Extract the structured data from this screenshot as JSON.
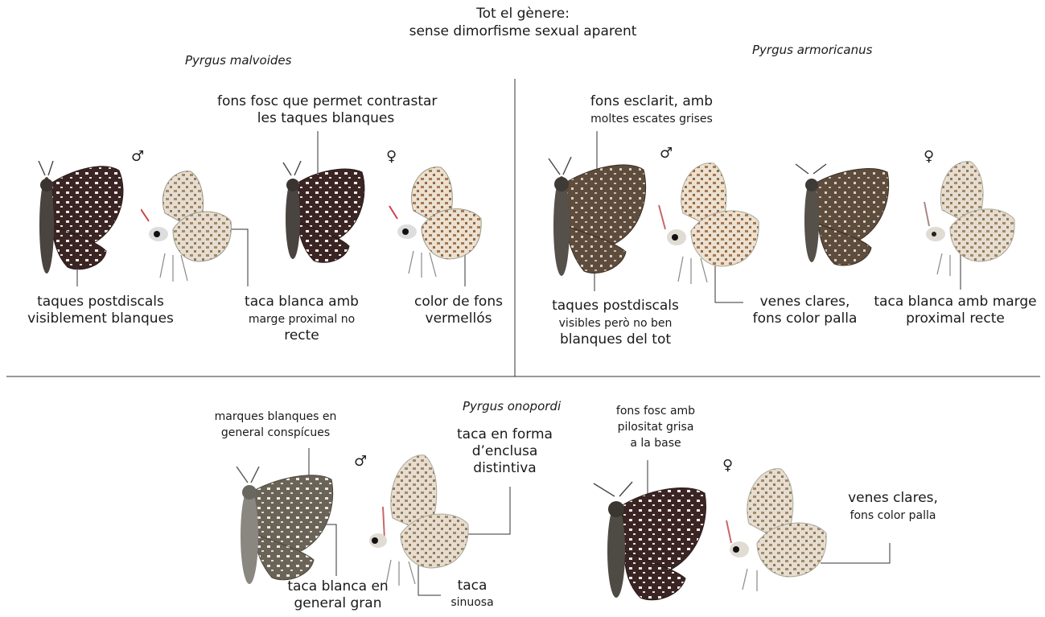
{
  "header": {
    "line1": "Tot el gènere:",
    "line2": "sense dimorfisme sexual aparent"
  },
  "species": {
    "malvoides": "Pyrgus malvoides",
    "armoricanus": "Pyrgus armoricanus",
    "onopordi": "Pyrgus onopordi"
  },
  "symbols": {
    "male": "♂",
    "female": "♀"
  },
  "labels": {
    "malv_dark_bg_1": "fons fosc que permet contrastar",
    "malv_dark_bg_2": "les taques blanques",
    "malv_postdiscal_1": "taques postdiscals",
    "malv_postdiscal_2": "visiblement blanques",
    "malv_whitespot_1": "taca blanca amb",
    "malv_whitespot_2": "marge proximal no",
    "malv_whitespot_3": "recte",
    "malv_color_1": "color de fons",
    "malv_color_2": "vermellós",
    "arm_bg_1": "fons esclarit, amb",
    "arm_bg_2": "moltes escates grises",
    "arm_postdiscal_1": "taques  postdiscals",
    "arm_postdiscal_2": "visibles però no ben",
    "arm_postdiscal_3": "blanques del tot",
    "arm_veins_1": "venes clares,",
    "arm_veins_2": "fons color palla",
    "arm_whitespot_1": "taca blanca amb marge",
    "arm_whitespot_2": "proximal recte",
    "ono_marks_1": "marques blanques en",
    "ono_marks_2": "general conspícues",
    "ono_anvil_1": "taca en forma",
    "ono_anvil_2": "d’enclusa",
    "ono_anvil_3": "distintiva",
    "ono_bigspot_1": "taca blanca en",
    "ono_bigspot_2": "general gran",
    "ono_sinuous_1": "taca",
    "ono_sinuous_2": "sinuosa",
    "ono_darkhair_1": "fons fosc amb",
    "ono_darkhair_2": "pilositat grisa",
    "ono_darkhair_3": "a la base",
    "ono_veins_1": "venes clares,",
    "ono_veins_2": "fons color palla"
  },
  "colors": {
    "dark_wing": "#3a2424",
    "brown_wing": "#5a4a3c",
    "grey_wing": "#6b645a",
    "under_wing": "#d9cfc0",
    "under_spot": "#9c8466",
    "line": "#333333"
  }
}
